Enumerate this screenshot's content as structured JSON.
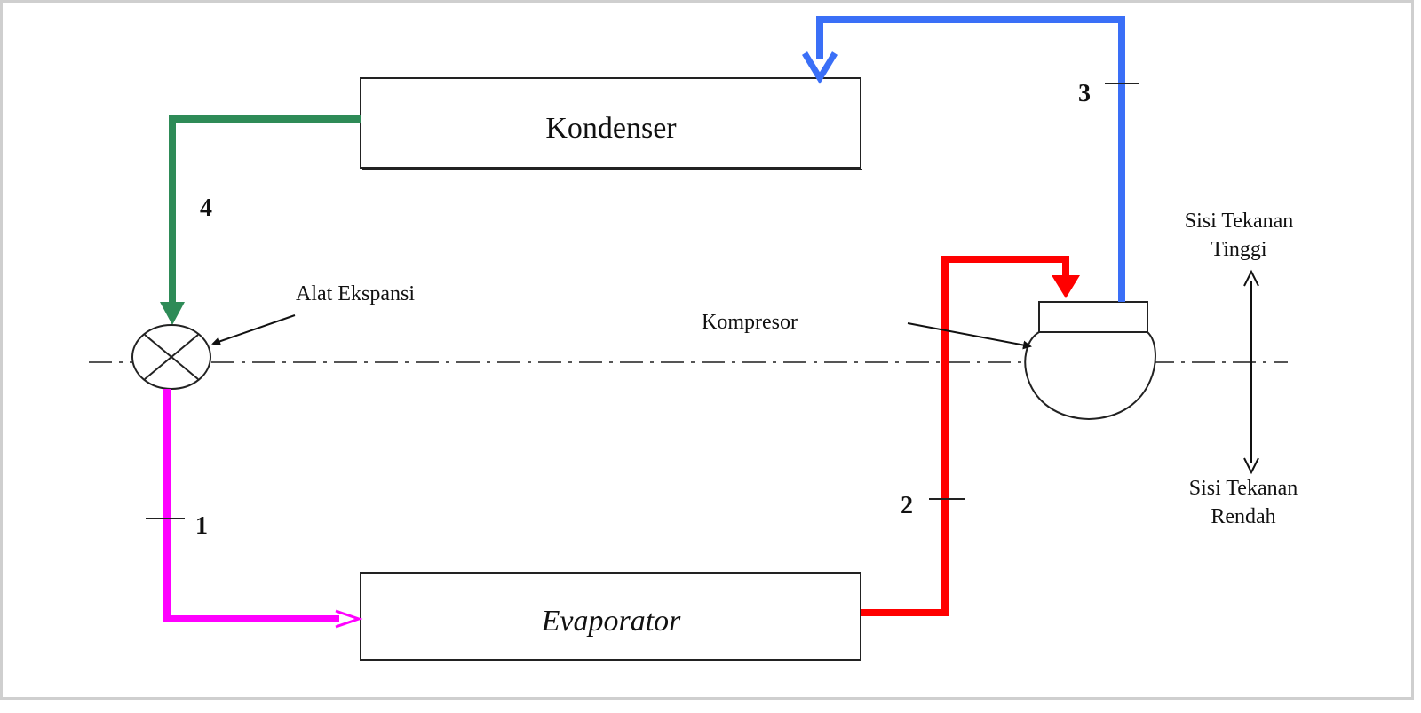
{
  "diagram": {
    "condenser_label": "Kondenser",
    "evaporator_label": "Evaporator",
    "compressor_label": "Kompresor",
    "expansion_label": "Alat Ekspansi",
    "high_side_line1": "Sisi Tekanan",
    "high_side_line2": "Tinggi",
    "low_side_line1": "Sisi Tekanan",
    "low_side_line2": "Rendah",
    "point_1": "1",
    "point_2": "2",
    "point_3": "3",
    "point_4": "4"
  },
  "colors": {
    "line_green": "#2e8b57",
    "line_magenta": "#ff00ff",
    "line_red": "#ff0000",
    "line_blue": "#3a6ff7"
  }
}
